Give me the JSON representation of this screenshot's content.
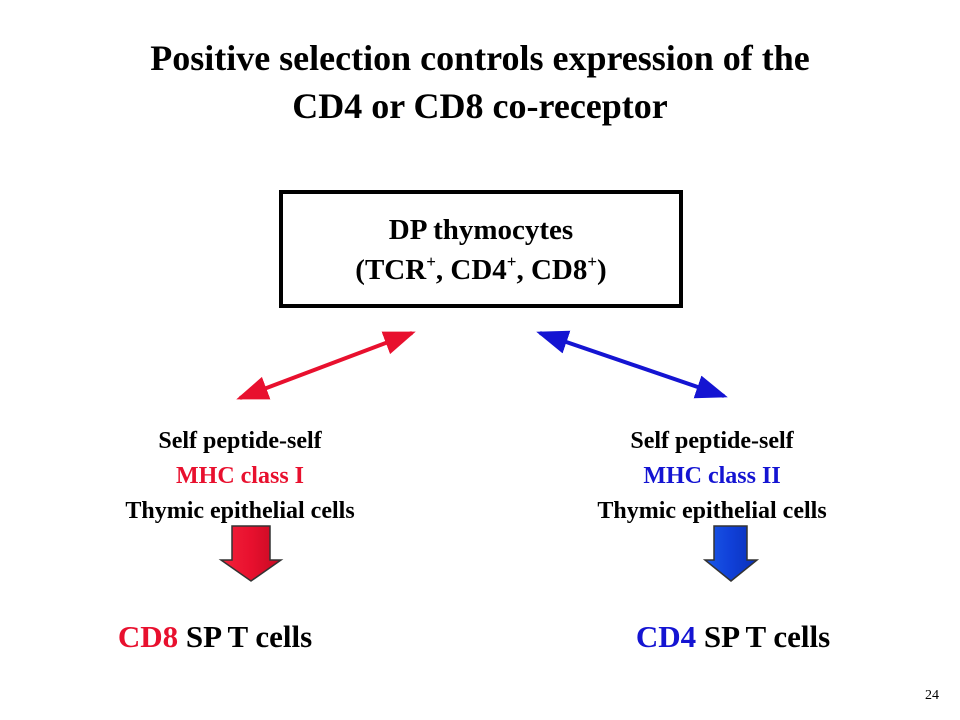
{
  "title": {
    "line1": "Positive selection controls expression of the",
    "line2": "CD4 or CD8 co-receptor"
  },
  "dp_box": {
    "line1": "DP thymocytes",
    "line2_open": "(TCR",
    "sup1": "+",
    "line2_mid1": ", CD4",
    "sup2": "+",
    "line2_mid2": ", CD8",
    "sup3": "+",
    "line2_close": ")"
  },
  "left_branch": {
    "line1_prefix": "Self peptide-self ",
    "line1_highlight": "MHC class I",
    "line2": "Thymic epithelial cells",
    "outcome_highlight": "CD8",
    "outcome_rest": " SP T cells",
    "color": "#e8102e"
  },
  "right_branch": {
    "line1_prefix": "Self peptide-self ",
    "line1_highlight": "MHC class II",
    "line2": "Thymic epithelial cells",
    "outcome_highlight": "CD4",
    "outcome_rest": " SP T cells",
    "color": "#1414d2"
  },
  "page_number": "24"
}
